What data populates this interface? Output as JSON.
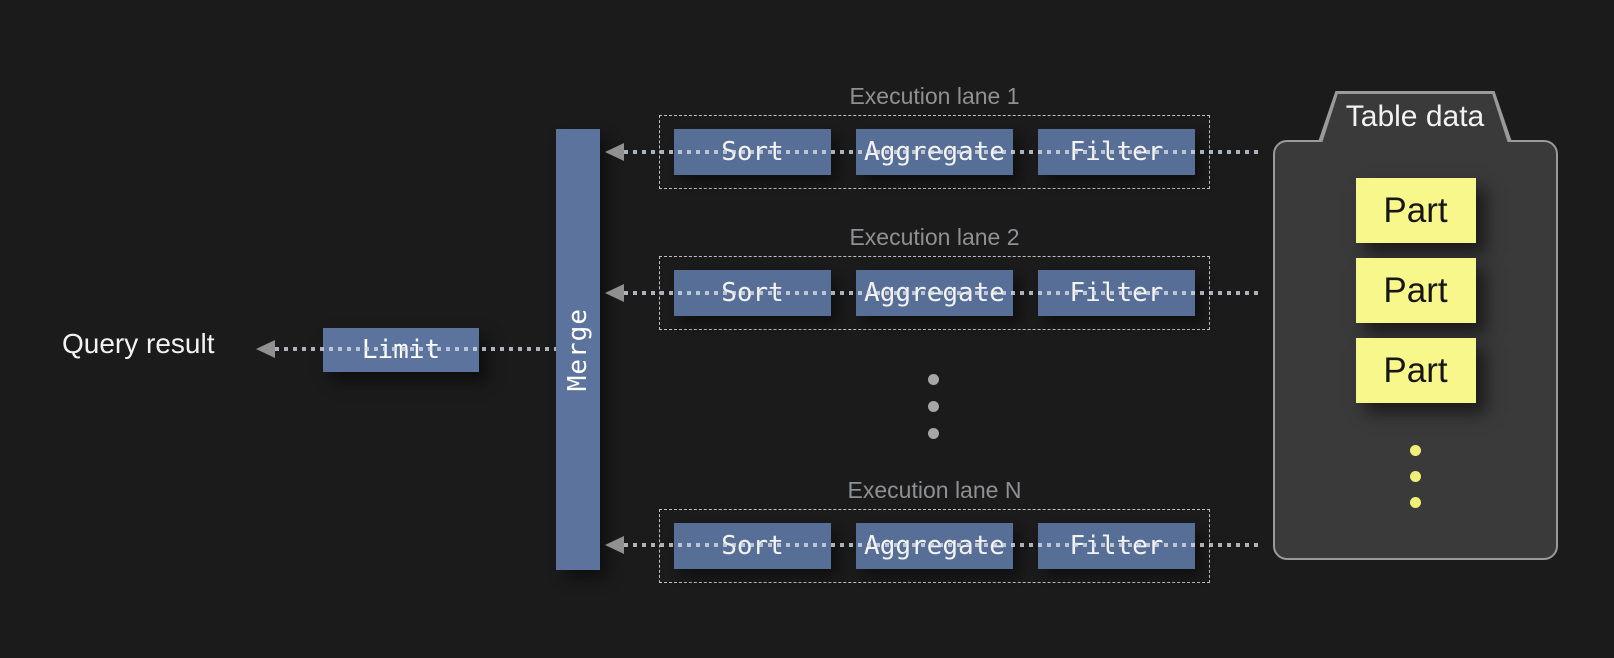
{
  "labels": {
    "query_result": "Query result",
    "limit": "Limit",
    "merge": "Merge"
  },
  "lanes": [
    {
      "title": "Execution lane 1",
      "operators": [
        "Sort",
        "Aggregate",
        "Filter"
      ]
    },
    {
      "title": "Execution lane 2",
      "operators": [
        "Sort",
        "Aggregate",
        "Filter"
      ]
    },
    {
      "title": "Execution lane N",
      "operators": [
        "Sort",
        "Aggregate",
        "Filter"
      ]
    }
  ],
  "table": {
    "title": "Table data",
    "parts": [
      "Part",
      "Part",
      "Part"
    ]
  },
  "colors": {
    "bg": "#1b1b1b",
    "panel": "#3a3a3a",
    "panel_border": "#9a9a9a",
    "op_blue": "#5b739d",
    "part_yellow": "#f7f78c",
    "dot_yellow": "#f0f078",
    "dot_gray": "#a6a6a6",
    "arrow_gray": "#909090",
    "line": "#d8dde7",
    "lane_dash": "#c9c9c9",
    "muted": "#8e9094",
    "text_white": "#f2f2f2",
    "text_black": "#161616"
  }
}
